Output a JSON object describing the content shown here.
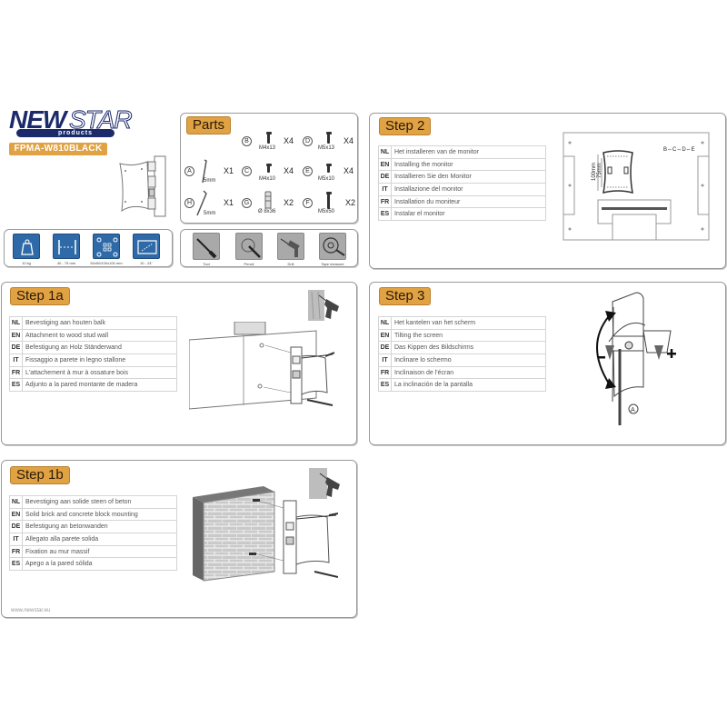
{
  "brand": {
    "name_part1": "NEW",
    "name_part2": "STAR",
    "sub": "products",
    "model": "FPMA-W810BLACK",
    "colors": {
      "navy": "#1c2a6b",
      "accent": "#e0a243",
      "spec_blue": "#2f6aa8"
    }
  },
  "specs": [
    {
      "icon": "weight-icon",
      "label": "10 kg"
    },
    {
      "icon": "distance-icon",
      "label": "40 - 75 mm"
    },
    {
      "icon": "vesa-pattern-icon",
      "label": "50x50/100x100 mm"
    },
    {
      "icon": "screen-size-icon",
      "label": "10 - 24\""
    }
  ],
  "parts": {
    "title": "Parts",
    "items": [
      {
        "letter": "B",
        "size": "M4x13",
        "qty": "X4"
      },
      {
        "letter": "D",
        "size": "M5x13",
        "qty": "X4"
      },
      {
        "letter": "A",
        "size": "5mm",
        "qty": "X1"
      },
      {
        "letter": "C",
        "size": "M4x10",
        "qty": "X4"
      },
      {
        "letter": "E",
        "size": "M5x10",
        "qty": "X4"
      },
      {
        "letter": "H",
        "size": "5mm",
        "qty": "X1"
      },
      {
        "letter": "G",
        "size": "Ø 8x36",
        "qty": "X2"
      },
      {
        "letter": "F",
        "size": "M5x50",
        "qty": "X2"
      }
    ]
  },
  "tools": [
    {
      "icon": "screwdriver-icon",
      "label": "Tool"
    },
    {
      "icon": "pencil-icon",
      "label": "Pencil"
    },
    {
      "icon": "drill-icon",
      "label": "Drill"
    },
    {
      "icon": "tape-measure-icon",
      "label": "Tape measure"
    }
  ],
  "steps": {
    "step2": {
      "title": "Step 2",
      "rows": [
        {
          "code": "NL",
          "text": "Het installeren van de monitor"
        },
        {
          "code": "EN",
          "text": "Installing the monitor"
        },
        {
          "code": "DE",
          "text": "Installieren Sie den Monitor"
        },
        {
          "code": "IT",
          "text": "Installazione del monitor"
        },
        {
          "code": "FR",
          "text": "Installation du moniteur"
        },
        {
          "code": "ES",
          "text": "Instalar el monitor"
        }
      ],
      "diagram": {
        "dim1": "100mm",
        "dim2": "75mm",
        "screws": "B⇔C⇔D⇔E"
      }
    },
    "step1a": {
      "title": "Step 1a",
      "rows": [
        {
          "code": "NL",
          "text": "Bevestiging aan houten balk"
        },
        {
          "code": "EN",
          "text": "Attachment to wood stud wall"
        },
        {
          "code": "DE",
          "text": "Befestigung an Holz Ständerwand"
        },
        {
          "code": "IT",
          "text": "Fissaggio a parete in legno stallone"
        },
        {
          "code": "FR",
          "text": "L'attachement à mur à ossature bois"
        },
        {
          "code": "ES",
          "text": "Adjunto a la pared montante de madera"
        }
      ]
    },
    "step3": {
      "title": "Step 3",
      "rows": [
        {
          "code": "NL",
          "text": "Het kantelen van het scherm"
        },
        {
          "code": "EN",
          "text": "Tilting the screen"
        },
        {
          "code": "DE",
          "text": "Das Kippen des Bildschirms"
        },
        {
          "code": "IT",
          "text": "Inclinare lo schermo"
        },
        {
          "code": "FR",
          "text": "Inclinaison de l'écran"
        },
        {
          "code": "ES",
          "text": "La inclinación de la pantalla"
        }
      ],
      "diagram": {
        "minus": "−",
        "plus": "+",
        "tool_letter": "A"
      }
    },
    "step1b": {
      "title": "Step 1b",
      "rows": [
        {
          "code": "NL",
          "text": "Bevestiging aan solide steen of beton"
        },
        {
          "code": "EN",
          "text": "Solid brick and concrete block mounting"
        },
        {
          "code": "DE",
          "text": "Befestigung an betonwanden"
        },
        {
          "code": "IT",
          "text": "Allegato alla parete solida"
        },
        {
          "code": "FR",
          "text": "Fixation au mur massif"
        },
        {
          "code": "ES",
          "text": "Apego a la pared sólida"
        }
      ]
    }
  },
  "footer": {
    "url": "www.newstar.eu"
  }
}
